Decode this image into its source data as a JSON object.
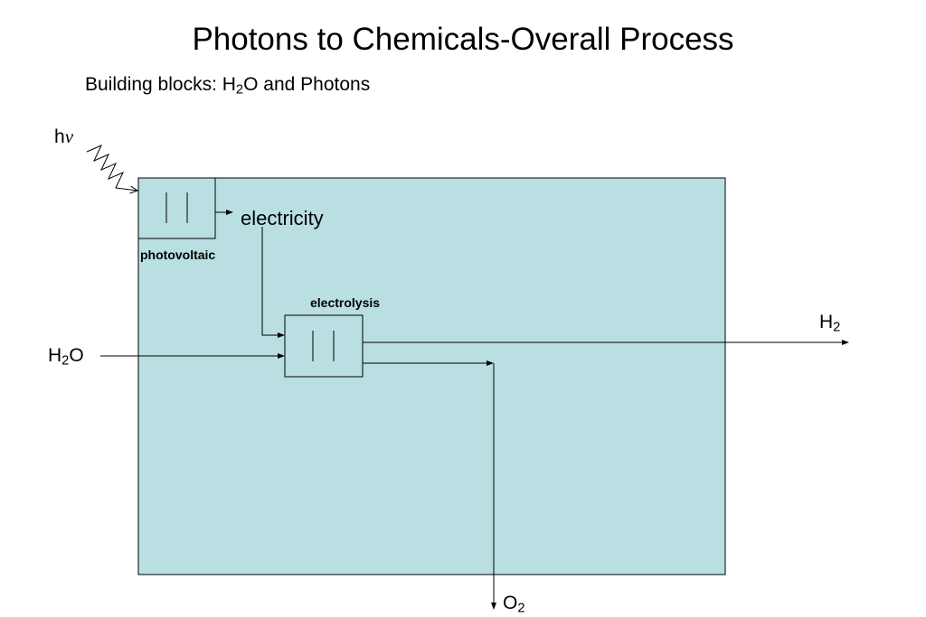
{
  "title": "Photons to Chemicals-Overall Process",
  "subtitle": {
    "prefix": "Building blocks: H",
    "sub": "2",
    "suffix": "O and Photons"
  },
  "labels": {
    "photon": {
      "h": "h",
      "nu": "ν"
    },
    "electricity": "electricity",
    "photovoltaic": "photovoltaic",
    "electrolysis": "electrolysis",
    "hydrogen": {
      "base": "H",
      "sub": "2"
    },
    "water": {
      "base": "H",
      "sub": "2",
      "suffix": "O"
    },
    "oxygen": {
      "base": "O",
      "sub": "2"
    }
  },
  "colors": {
    "system_fill": "#b9dfe3",
    "stroke": "#000000"
  }
}
